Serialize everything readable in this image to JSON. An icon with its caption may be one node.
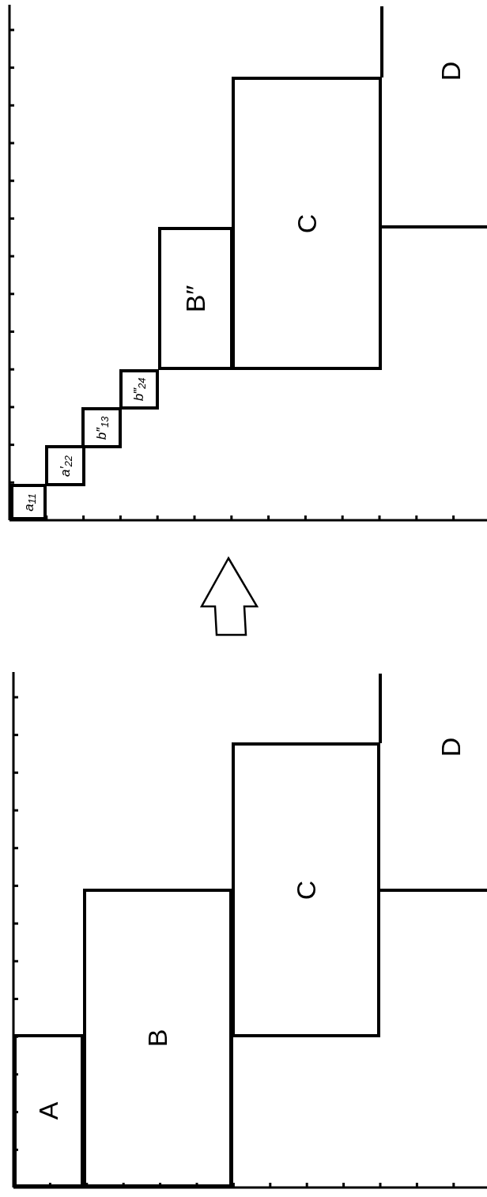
{
  "diagram": {
    "nodes": [
      {
        "text": [
          "A"
        ]
      },
      {
        "text": [
          "B"
        ]
      },
      {
        "text": [
          "C"
        ]
      },
      {
        "text": [
          "D"
        ]
      },
      {
        "text": [
          "a$_{11}$"
        ]
      },
      {
        "text": [
          "a′$_{22}$"
        ]
      },
      {
        "text": [
          "b″$_{13}$"
        ]
      },
      {
        "text": [
          "b‴$_{24}$"
        ]
      },
      {
        "text": [
          "B″"
        ]
      },
      {
        "text": [
          "C"
        ]
      },
      {
        "text": [
          "D"
        ]
      }
    ]
  }
}
